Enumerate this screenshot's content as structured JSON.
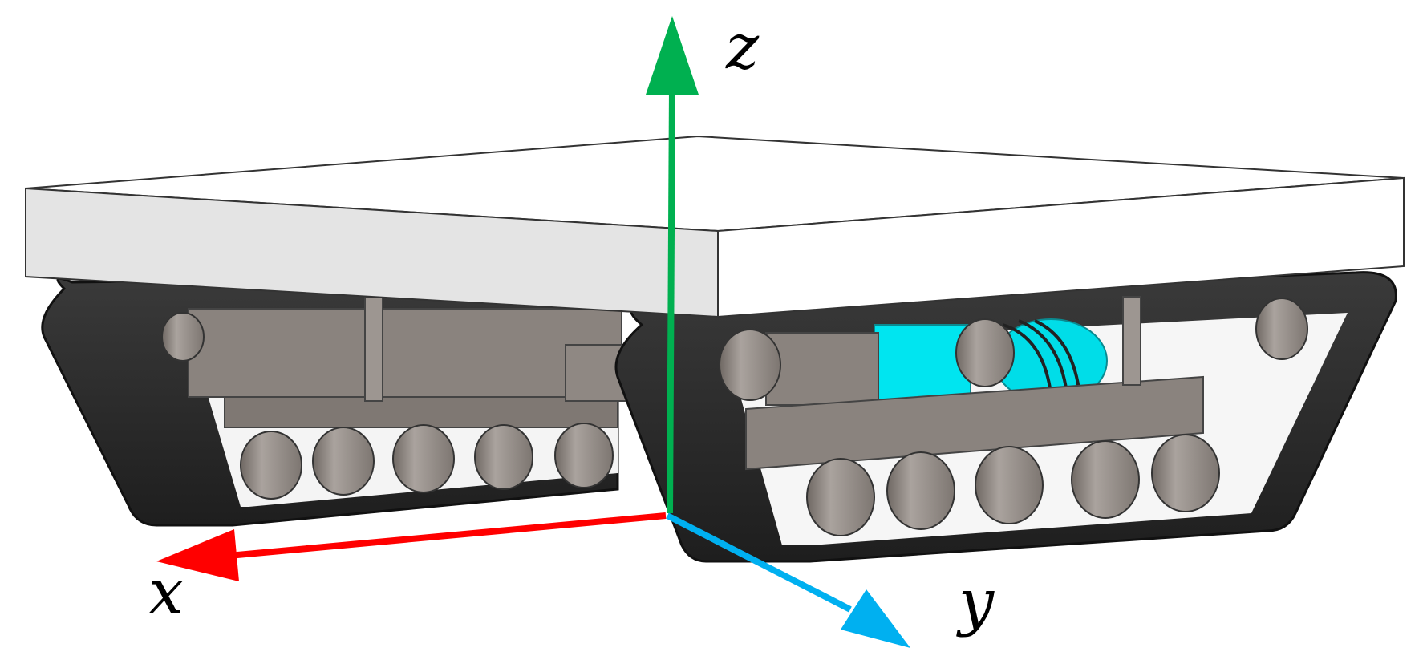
{
  "figure": {
    "object": "tracked-vehicle-chassis",
    "axes": {
      "x": {
        "label": "x",
        "color": "#ff0000"
      },
      "y": {
        "label": "y",
        "color": "#00b0f0"
      },
      "z": {
        "label": "z",
        "color": "#00b050"
      }
    },
    "colors": {
      "platform_top": "#ffffff",
      "platform_side": "#e4e4e4",
      "frame": "#8c8580",
      "track": "#2a2a2a",
      "wheel": "#8a837e",
      "motor": "#00e5f0"
    }
  }
}
